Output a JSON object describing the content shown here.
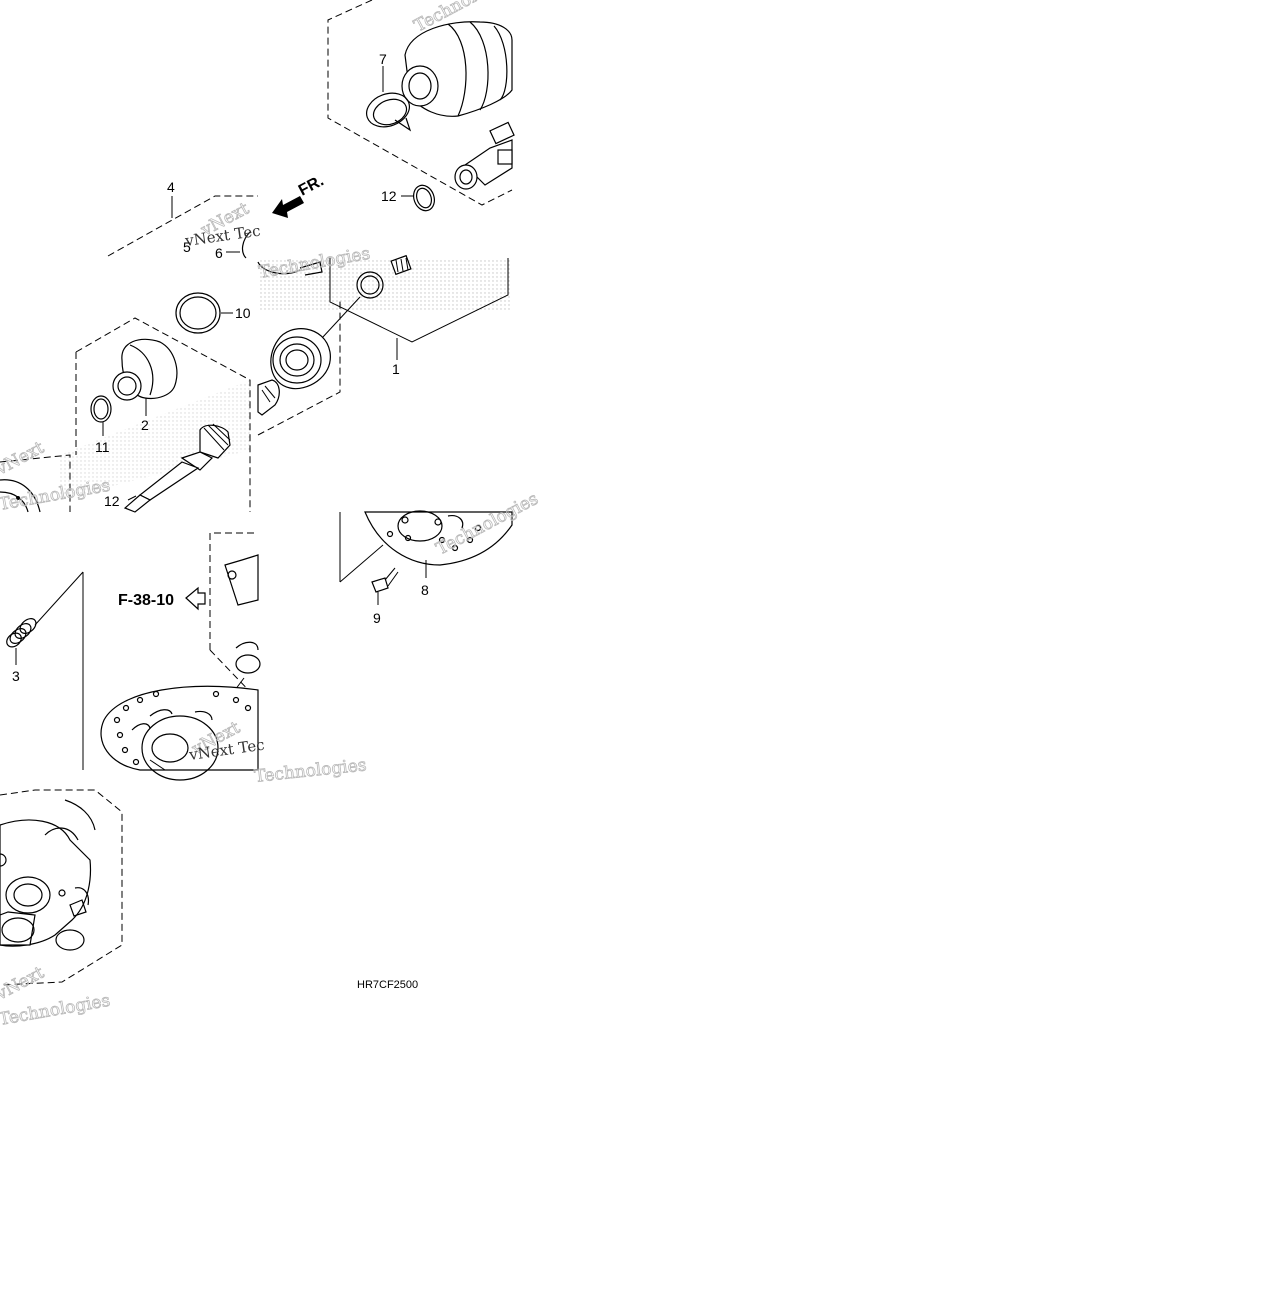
{
  "diagram": {
    "code": "HR7CF2500",
    "direction_label": "FR.",
    "cross_reference": "F-38-10",
    "watermark": {
      "line1": "vNext",
      "line2": "Technologies",
      "line1_alt": "vNext Tec"
    },
    "callouts": [
      {
        "id": "c1",
        "text": "1"
      },
      {
        "id": "c2",
        "text": "2"
      },
      {
        "id": "c3",
        "text": "3"
      },
      {
        "id": "c4",
        "text": "4"
      },
      {
        "id": "c5",
        "text": "5"
      },
      {
        "id": "c6",
        "text": "6"
      },
      {
        "id": "c7",
        "text": "7"
      },
      {
        "id": "c8",
        "text": "8"
      },
      {
        "id": "c9",
        "text": "9"
      },
      {
        "id": "c10",
        "text": "10"
      },
      {
        "id": "c11",
        "text": "11"
      },
      {
        "id": "c12a",
        "text": "12"
      },
      {
        "id": "c12b",
        "text": "12"
      }
    ]
  }
}
